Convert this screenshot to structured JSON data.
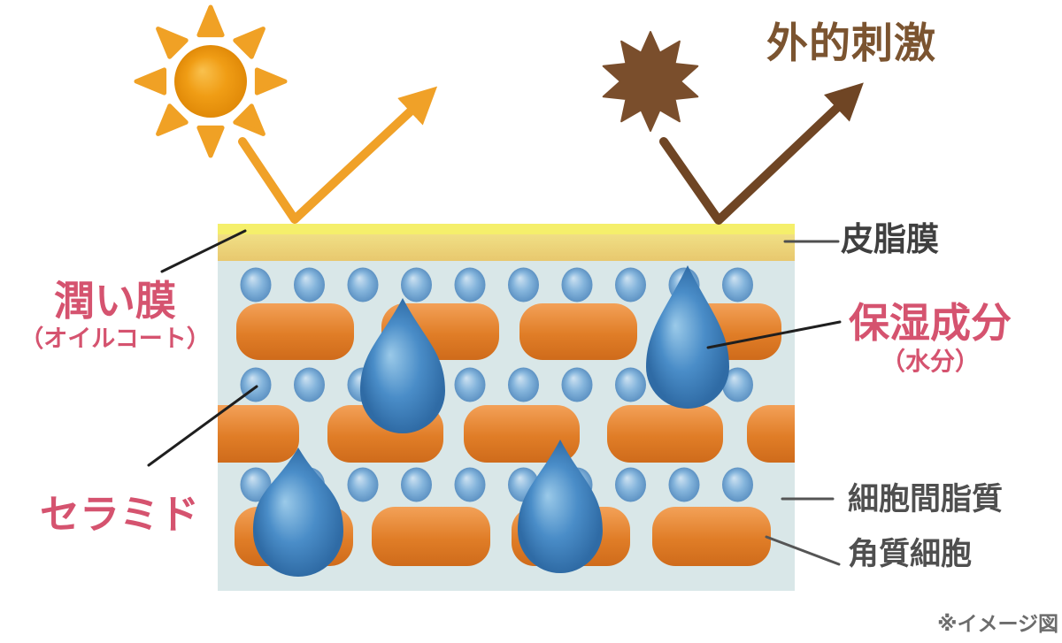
{
  "labels": {
    "external_stimuli": "外的刺激",
    "moisture_film": "潤い膜",
    "moisture_film_sub": "（オイルコート）",
    "ceramide": "セラミド",
    "sebum_film": "皮脂膜",
    "moisturizing_ingredient": "保湿成分",
    "moisturizing_ingredient_sub": "（水分）",
    "intercellular_lipids": "細胞間脂質",
    "corneocyte": "角質細胞",
    "caption": "※イメージ図"
  },
  "icons": {
    "sun": "sun-icon",
    "external_stimuli_burst": "burst-star-icon",
    "uv_reflect_arrow": "bounce-arrow-icon",
    "stimuli_reflect_arrow": "bounce-arrow-icon",
    "water_droplet": "water-droplet-icon",
    "ceramide_sphere": "sphere-icon",
    "corneocyte_brick": "brick-icon"
  },
  "annotations": [
    {
      "label": "潤い膜（オイルコート）",
      "points_to": "sebum-film-layer"
    },
    {
      "label": "セラミド",
      "points_to": "ceramide-sphere"
    },
    {
      "label": "皮脂膜",
      "points_to": "sebum-film-layer"
    },
    {
      "label": "保湿成分（水分）",
      "points_to": "water-droplet"
    },
    {
      "label": "細胞間脂質",
      "points_to": "intercellular-lipid-matrix"
    },
    {
      "label": "角質細胞",
      "points_to": "corneocyte-brick"
    }
  ],
  "colors": {
    "pink_label": "#d5536f",
    "brown_label": "#7b5430",
    "dark_label": "#3f3f3f",
    "gray_label": "#4f4f4f",
    "note_gray": "#6c6c6c",
    "sebum_yellow": "#f5ef6b",
    "sebum_gold_light": "#f0df85",
    "sebum_gold": "#e8c86e",
    "skin_body": "#d9e7e8",
    "brick_light": "#f3a158",
    "brick_main": "#e07d27",
    "brick_dark": "#cf6b1b",
    "sphere_light": "#cfe3f2",
    "sphere_main": "#85b5dc",
    "sphere_dark": "#5d92c3",
    "drop_light": "#9bcae9",
    "drop_main": "#4a8dc8",
    "drop_dark": "#2f6ba5",
    "sun_light": "#f9c14e",
    "sun_main": "#f09d15",
    "sun_dark": "#e18a08",
    "ray_orange": "#f0a125",
    "arrow_orange": "#f0a128",
    "star_brown": "#7a4e2c",
    "arrow_brown": "#6f4524",
    "leader_black": "#1f1f1f",
    "leader_gray": "#555555"
  }
}
